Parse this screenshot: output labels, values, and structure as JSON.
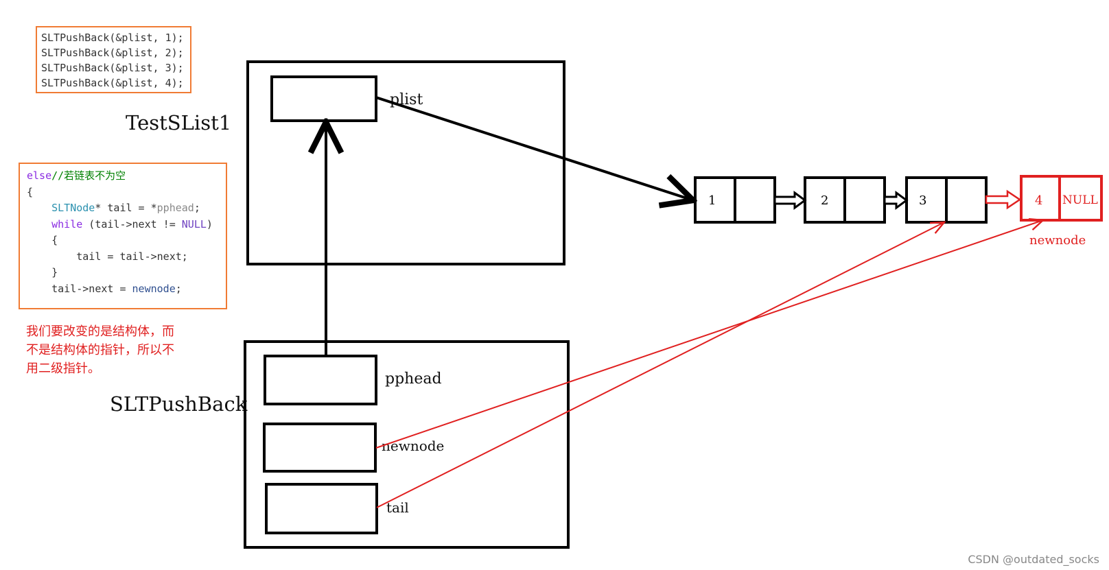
{
  "code_snippet_1": {
    "lines": [
      "SLTPushBack(&plist, 1);",
      "SLTPushBack(&plist, 2);",
      "SLTPushBack(&plist, 3);",
      "SLTPushBack(&plist, 4);"
    ]
  },
  "code_snippet_2": {
    "line1_kw": "else",
    "line1_comment": "//若链表不为空",
    "line2": "{",
    "line3_type": "SLTNode",
    "line3_rest": "* tail = *",
    "line3_var": "pphead",
    "line3_end": ";",
    "line4_kw": "while",
    "line4_rest": " (tail->next != ",
    "line4_null": "NULL",
    "line4_end": ")",
    "line5": "{",
    "line6": "tail = tail->next;",
    "line7": "}",
    "line8_rest": "tail->next = ",
    "line8_var": "newnode",
    "line8_end": ";"
  },
  "note": {
    "line1": "我们要改变的是结构体，而",
    "line2": "不是结构体的指针，所以不",
    "line3": "用二级指针。"
  },
  "frames": {
    "test_frame_label": "TestSList1",
    "push_frame_label": "SLTPushBack"
  },
  "variables": {
    "plist": "plist",
    "pphead": "pphead",
    "newnode": "newnode",
    "tail": "tail"
  },
  "nodes": [
    {
      "value": "1",
      "next": ""
    },
    {
      "value": "2",
      "next": ""
    },
    {
      "value": "3",
      "next": ""
    },
    {
      "value": "4",
      "next": "NULL"
    }
  ],
  "new_node_label": "newnode",
  "watermark": "CSDN @outdated_socks",
  "colors": {
    "highlight": "#e02020",
    "code_border": "#f07b34",
    "ink": "#000000"
  }
}
